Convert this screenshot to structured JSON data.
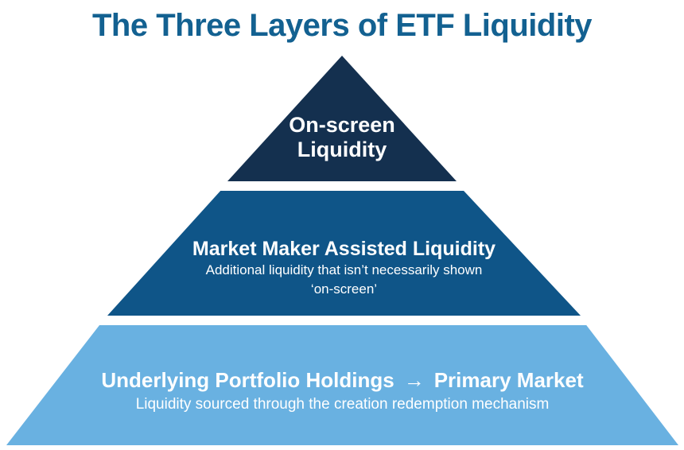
{
  "title": "The Three Layers of ETF Liquidity",
  "colors": {
    "background": "#FFFFFF",
    "title_text": "#136191",
    "layer_top": "#14304F",
    "layer_middle": "#0F5588",
    "layer_bottom": "#69B1E1",
    "layer_text": "#FFFFFF"
  },
  "pyramid": {
    "layers": [
      {
        "id": "on-screen-liquidity",
        "heading_line1": "On-screen",
        "heading_line2": "Liquidity"
      },
      {
        "id": "market-maker-assisted-liquidity",
        "heading": "Market Maker Assisted Liquidity",
        "subtitle_line1": "Additional liquidity that isn’t necessarily shown",
        "subtitle_line2": "‘on-screen’"
      },
      {
        "id": "underlying-portfolio-holdings",
        "heading_left": "Underlying Portfolio Holdings",
        "arrow": "→",
        "heading_right": "Primary Market",
        "subtitle": "Liquidity sourced through the creation redemption mechanism"
      }
    ]
  }
}
